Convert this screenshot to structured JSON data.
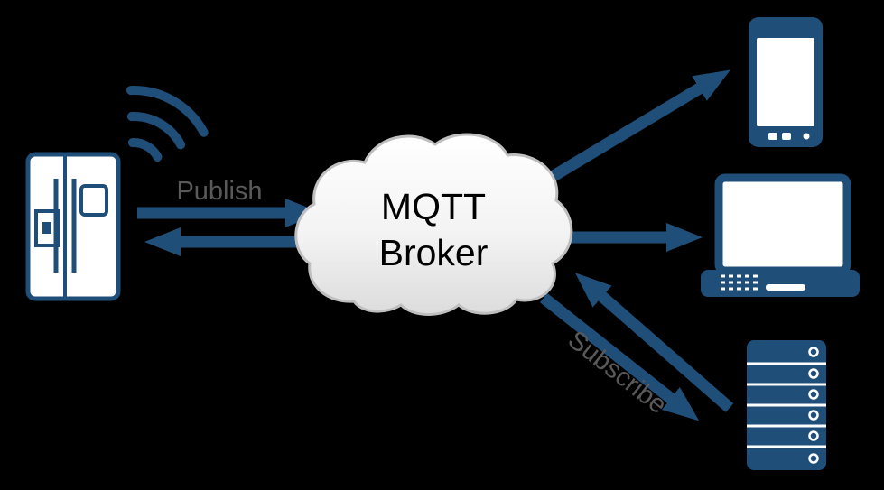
{
  "diagram": {
    "background_color": "#000000",
    "accent_color": "#1F4E79",
    "label_color": "#595959",
    "cloud": {
      "fill_top": "#FFFFFF",
      "fill_bottom": "#DCDCDC",
      "stroke": "#BFBFBF",
      "text_color": "#000000",
      "line1": "MQTT",
      "line2": "Broker"
    },
    "labels": {
      "publish": "Publish",
      "subscribe": "Subscribe"
    },
    "icons": [
      "fridge-icon",
      "wifi-signal-icon",
      "broker-cloud-shape",
      "smartphone-icon",
      "laptop-icon",
      "server-icon"
    ]
  }
}
